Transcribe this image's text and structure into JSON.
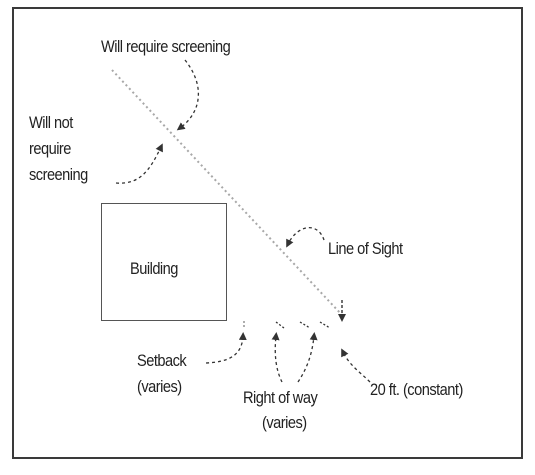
{
  "labels": {
    "will_require": "Will require screening",
    "will_not_line1": "Will not",
    "will_not_line2": "require",
    "will_not_line3": "screening",
    "building": "Building",
    "line_of_sight": "Line of Sight",
    "setback_line1": "Setback",
    "setback_line2": "(varies)",
    "row_line1": "Right of way",
    "row_line2": "(varies)",
    "constant": "20 ft. (constant)"
  },
  "colors": {
    "frame": "#3a3a3a",
    "line_of_sight": "#a8a8a8",
    "leader": "#333333",
    "text": "#222222"
  }
}
